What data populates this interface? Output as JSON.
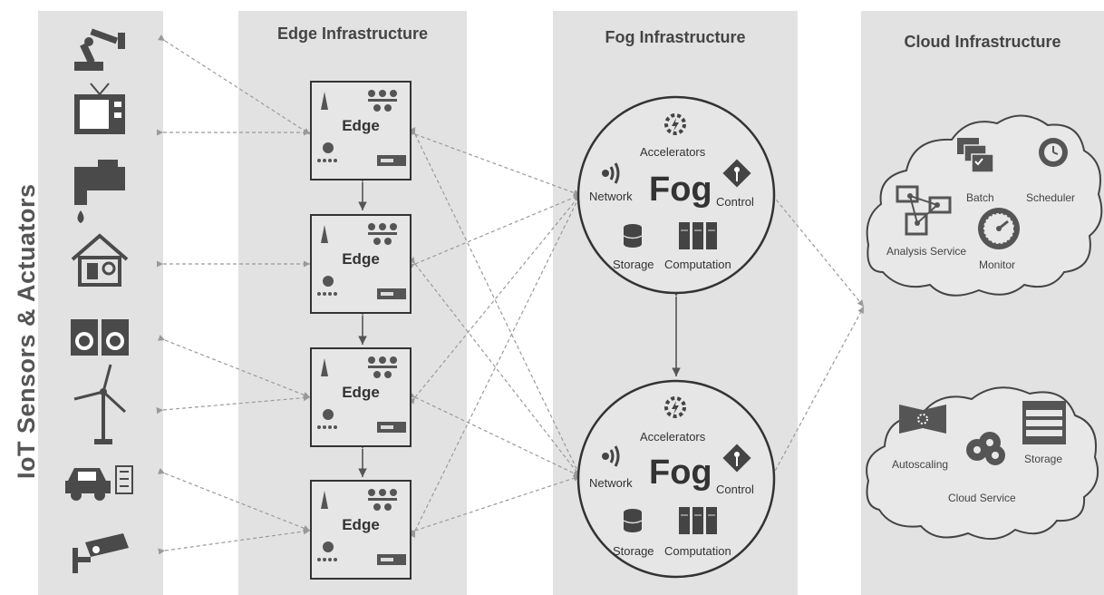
{
  "iot_label": "IoT Sensors & Actuators",
  "columns": {
    "edge_title": "Edge Infrastructure",
    "fog_title": "Fog Infrastructure",
    "cloud_title": "Cloud Infrastructure"
  },
  "edge_nodes": [
    "Edge",
    "Edge",
    "Edge",
    "Edge"
  ],
  "fog_nodes": [
    {
      "title": "Fog",
      "accelerators": "Accelerators",
      "network": "Network",
      "control": "Control",
      "storage": "Storage",
      "computation": "Computation"
    },
    {
      "title": "Fog",
      "accelerators": "Accelerators",
      "network": "Network",
      "control": "Control",
      "storage": "Storage",
      "computation": "Computation"
    }
  ],
  "cloud_top": {
    "batch": "Batch",
    "scheduler": "Scheduler",
    "analysis": "Analysis Service",
    "monitor": "Monitor"
  },
  "cloud_bottom": {
    "autoscaling": "Autoscaling",
    "storage": "Storage",
    "service": "Cloud Service"
  },
  "iot_devices": [
    "robot-arm-icon",
    "television-icon",
    "faucet-icon",
    "smart-home-icon",
    "washing-machine-icon",
    "wind-turbine-icon",
    "car-icon",
    "security-camera-icon"
  ]
}
